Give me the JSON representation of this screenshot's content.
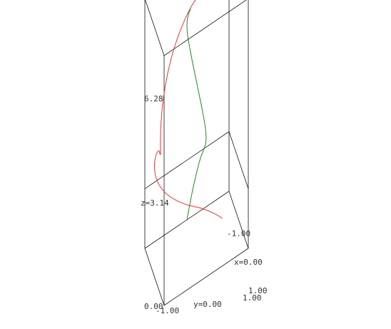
{
  "chart_data": {
    "type": "line3d",
    "title": "",
    "ranges": {
      "x": [
        -1.0,
        1.0
      ],
      "y": [
        -1.0,
        1.0
      ],
      "z": [
        0.0,
        6.28
      ]
    },
    "series": [
      {
        "color": "#ee3333",
        "points": [
          [
            0.61,
            0.0,
            0.32
          ],
          [
            0.4,
            0.0,
            0.6
          ],
          [
            0.1,
            0.0,
            0.94
          ],
          [
            -0.22,
            0.0,
            1.25
          ],
          [
            -0.52,
            0.0,
            1.6
          ],
          [
            -0.76,
            0.0,
            1.96
          ],
          [
            -0.93,
            0.0,
            2.35
          ],
          [
            -1.0,
            0.0,
            2.72
          ],
          [
            -0.97,
            0.0,
            3.02
          ],
          [
            -0.9,
            0.0,
            3.1
          ],
          [
            -0.86,
            0.0,
            2.98
          ],
          [
            -0.86,
            0.0,
            3.3
          ],
          [
            -0.84,
            0.0,
            3.82
          ],
          [
            -0.78,
            0.0,
            4.4
          ],
          [
            -0.66,
            0.0,
            5.0
          ],
          [
            -0.48,
            0.0,
            5.55
          ],
          [
            -0.28,
            0.0,
            5.95
          ],
          [
            -0.1,
            0.0,
            6.2
          ],
          [
            0.0,
            0.0,
            6.28
          ]
        ]
      },
      {
        "color": "#228822",
        "points": [
          [
            0.0,
            1.0,
            0.0
          ],
          [
            0.0,
            0.78,
            0.45
          ],
          [
            0.0,
            0.42,
            1.15
          ],
          [
            0.0,
            0.0,
            1.9
          ],
          [
            0.0,
            -0.4,
            2.55
          ],
          [
            0.0,
            -0.8,
            3.1
          ],
          [
            0.0,
            -0.98,
            3.4
          ],
          [
            0.0,
            -0.9,
            3.7
          ],
          [
            0.0,
            -0.5,
            3.95
          ],
          [
            0.0,
            0.0,
            4.18
          ],
          [
            0.0,
            0.55,
            4.44
          ],
          [
            0.0,
            0.92,
            4.68
          ],
          [
            0.0,
            1.0,
            4.9
          ],
          [
            0.0,
            0.86,
            5.25
          ],
          [
            0.0,
            0.62,
            5.58
          ]
        ]
      }
    ],
    "labels": {
      "z_top": "6.28",
      "z_mid": "z=3.14",
      "z_bottom": "0.00",
      "y_min": "-1.00",
      "y_mid": "y=0.00",
      "y_max": "1.00",
      "x_min": "-1.00",
      "x_mid": "x=0.00",
      "x_max": "1.00"
    }
  }
}
